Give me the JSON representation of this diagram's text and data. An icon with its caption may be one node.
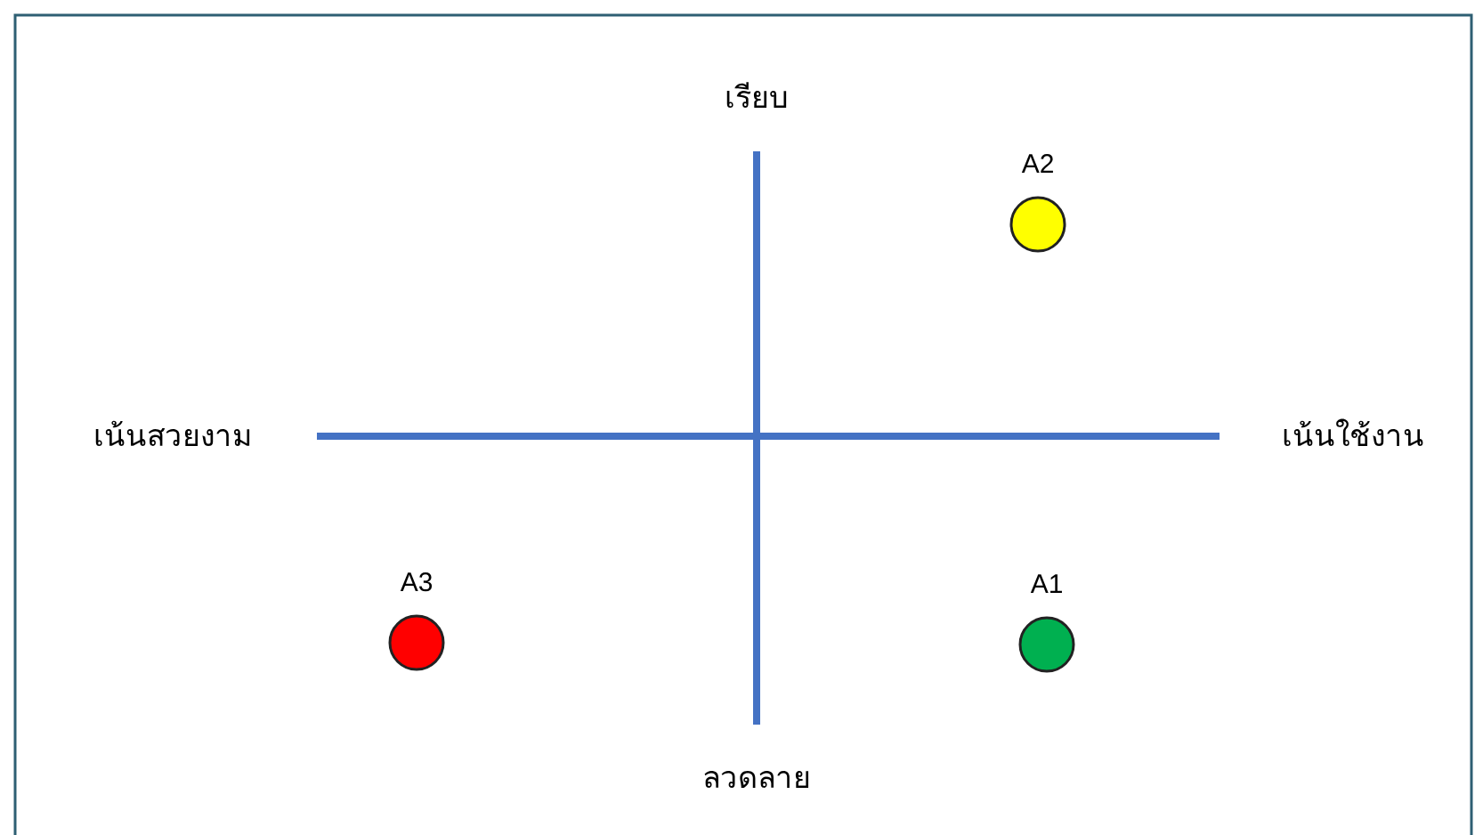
{
  "diagram": {
    "nodes": [
      {
        "text": [
          "A2"
        ]
      },
      {
        "text": [
          "A3"
        ]
      },
      {
        "text": [
          "A1"
        ]
      }
    ],
    "labels": [
      "เรียบ",
      "เน้นสวยงาม",
      "เน้นใช้งาน",
      "ลวดลาย"
    ]
  }
}
